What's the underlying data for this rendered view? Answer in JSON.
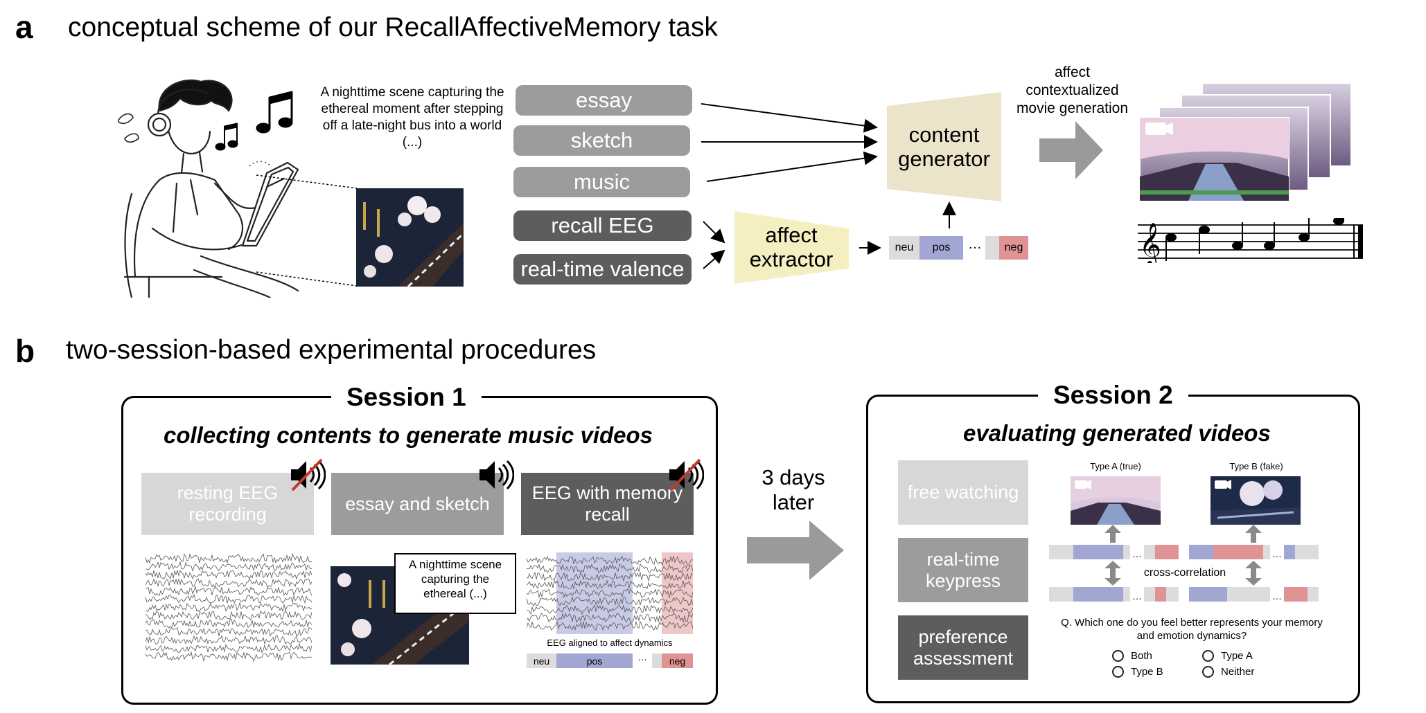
{
  "panel_a": {
    "letter": "a",
    "title": "conceptual scheme of our RecallAffectiveMemory task",
    "scene_caption": "A nighttime scene capturing the ethereal moment after stepping off a late-night bus into a world (...)",
    "inputs": [
      "essay",
      "sketch",
      "music",
      "recall EEG",
      "real-time valence"
    ],
    "affect_extractor": "affect extractor",
    "content_generator": "content generator",
    "affect_tokens": [
      "neu",
      "pos",
      "…",
      "neg"
    ],
    "movie_generation_label": "affect contextualized movie generation"
  },
  "panel_b": {
    "letter": "b",
    "title": "two-session-based experimental procedures",
    "interval_label": "3 days later",
    "session1": {
      "title": "Session 1",
      "subtitle": "collecting contents to generate music videos",
      "steps": [
        "resting EEG recording",
        "essay and sketch",
        "EEG with memory recall"
      ],
      "sketch_caption": "A nighttime scene capturing the ethereal (...)",
      "eeg_caption": "EEG aligned to affect dynamics",
      "affect_tokens": [
        "neu",
        "pos",
        "…",
        "neg"
      ]
    },
    "session2": {
      "title": "Session 2",
      "subtitle": "evaluating generated videos",
      "steps": [
        "free watching",
        "real-time keypress",
        "preference assessment"
      ],
      "video_a": "Type A (true)",
      "video_b": "Type B (fake)",
      "cross_correlation": "cross-correlation",
      "ellipsis": "…",
      "question": "Q. Which one do you feel better represents your memory and emotion dynamics?",
      "options": [
        "Both",
        "Type A",
        "Type B",
        "Neither"
      ]
    }
  },
  "colors": {
    "light_gray_box": "#9c9c9c",
    "dark_gray_box": "#5d5d5d",
    "affect_yellow": "#f4eec0",
    "generator_beige": "#ece3cb",
    "pos_purple": "#a2a6d3",
    "neg_red": "#df9394",
    "neu_gray": "#dcdcdc",
    "arrow_gray": "#9a9a9a"
  }
}
